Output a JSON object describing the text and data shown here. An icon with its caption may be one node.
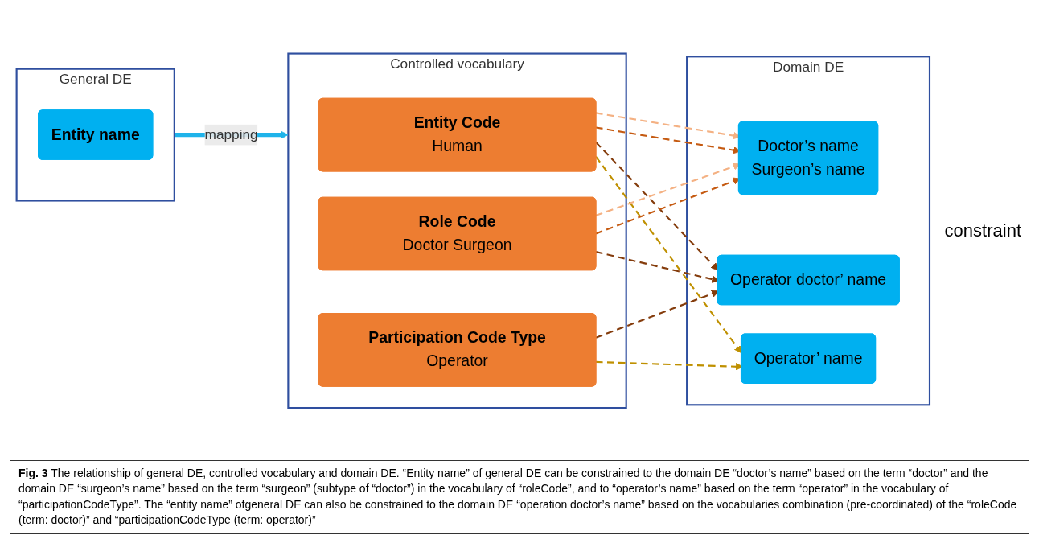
{
  "diagram": {
    "caption": "**Fig. 3** The relationship of general DE, controlled vocabulary and domain DE. “Entity name” of general DE can be constrained to the domain DE “doctor’s name” based on the term “doctor” and the domain DE “surgeon’s name” based on the term “surgeon” (subtype of “doctor”) in the vocabulary of “roleCode”, and to “operator’s name” based on the term “operator” in the vocabulary of “participationCodeType”. The “entity name” ofgeneral DE can also be constrained to the domain DE “operation doctor’s name” based on the vocabularies combination (pre-coordinated) of the “roleCode (term: doctor)” and “participationCodeType (term: operator)”",
    "nodes": [
      {
        "text": [
          "General DE"
        ]
      },
      {
        "text": [
          "Entity name"
        ],
        "in": 0
      },
      {
        "text": [
          "Controlled vocabulary"
        ]
      },
      {
        "text": [
          "Entity Code",
          "Human"
        ],
        "in": 2
      },
      {
        "text": [
          "Role Code",
          "Doctor Surgeon"
        ],
        "in": 2
      },
      {
        "text": [
          "Participation Code Type",
          "Operator"
        ],
        "in": 2
      },
      {
        "text": [
          "Domain DE"
        ]
      },
      {
        "text": [
          "Doctor’s name",
          "Surgeon’s name"
        ],
        "in": 6
      },
      {
        "text": [
          "Operator doctor’ name"
        ],
        "in": 6
      },
      {
        "text": [
          "Operator’ name"
        ],
        "in": 6
      }
    ],
    "edges": [
      {
        "from": 0,
        "to": 2,
        "arrow": "to",
        "label": "mapping",
        "style": "thick",
        "color": "#1fb3ea"
      },
      {
        "from": 3,
        "to": 7,
        "arrow": "to",
        "style": "dashed",
        "color": "#f4b183"
      },
      {
        "from": 3,
        "to": 7,
        "arrow": "to",
        "style": "dashed",
        "color": "#c55a11"
      },
      {
        "from": 3,
        "to": 8,
        "arrow": "to",
        "style": "dashed",
        "color": "#843c0c"
      },
      {
        "from": 3,
        "to": 9,
        "arrow": "to",
        "style": "dashed",
        "color": "#bf9000"
      },
      {
        "from": 4,
        "to": 7,
        "arrow": "to",
        "style": "dashed",
        "color": "#f4b183"
      },
      {
        "from": 4,
        "to": 7,
        "arrow": "to",
        "style": "dashed",
        "color": "#c55a11"
      },
      {
        "from": 4,
        "to": 8,
        "arrow": "to",
        "style": "dashed",
        "color": "#843c0c"
      },
      {
        "from": 5,
        "to": 8,
        "arrow": "to",
        "style": "dashed",
        "color": "#843c0c"
      },
      {
        "from": 5,
        "to": 9,
        "arrow": "to",
        "style": "dashed",
        "color": "#bf9000"
      }
    ],
    "labels": [
      "constraint"
    ]
  }
}
